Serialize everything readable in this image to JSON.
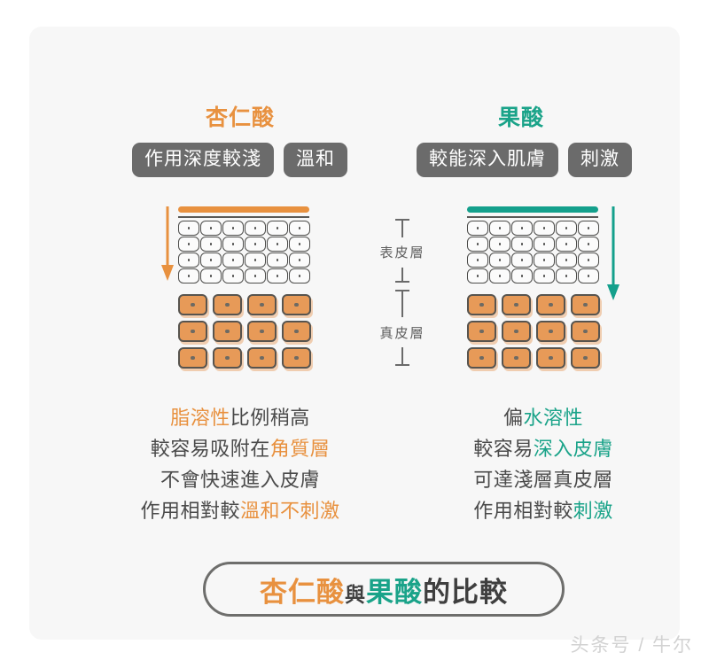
{
  "card": {
    "background_color": "#f7f7f7"
  },
  "colors": {
    "orange": "#e8913f",
    "teal": "#1aa389",
    "tag_background": "#6b6b6b",
    "text": "#4a4a4a",
    "cell_orange": "#e79a58",
    "page_background": "#ffffff"
  },
  "columns": {
    "left": {
      "title": "杏仁酸",
      "accent": "#e8913f",
      "tags": [
        "作用深度較淺",
        "溫和"
      ],
      "arrow": "down-arrow-shallow",
      "surface_bar_color": "#e8913f",
      "description_lines": [
        [
          {
            "text": "脂溶性",
            "highlight": "orange"
          },
          {
            "text": "比例稍高",
            "highlight": "none"
          }
        ],
        [
          {
            "text": "較容易吸附在",
            "highlight": "none"
          },
          {
            "text": "角質層",
            "highlight": "orange"
          }
        ],
        [
          {
            "text": "不會快速進入皮膚",
            "highlight": "none"
          }
        ],
        [
          {
            "text": "作用相對較",
            "highlight": "none"
          },
          {
            "text": "溫和不刺激",
            "highlight": "orange"
          }
        ]
      ]
    },
    "right": {
      "title": "果酸",
      "accent": "#1aa389",
      "tags": [
        "較能深入肌膚",
        "刺激"
      ],
      "arrow": "down-arrow-deep",
      "surface_bar_color": "#14a08c",
      "description_lines": [
        [
          {
            "text": "偏",
            "highlight": "none"
          },
          {
            "text": "水溶性",
            "highlight": "teal"
          }
        ],
        [
          {
            "text": "較容易",
            "highlight": "none"
          },
          {
            "text": "深入皮膚",
            "highlight": "teal"
          }
        ],
        [
          {
            "text": "可達淺層真皮層",
            "highlight": "none"
          }
        ],
        [
          {
            "text": "作用相對較",
            "highlight": "none"
          },
          {
            "text": "刺激",
            "highlight": "teal"
          }
        ]
      ]
    }
  },
  "diagram": {
    "epidermis_rows": 4,
    "epidermis_cols": 6,
    "dermis_rows": 3,
    "dermis_cols": 4,
    "scale_labels": {
      "epidermis": "表皮層",
      "dermis": "真皮層"
    }
  },
  "banner": {
    "parts": [
      {
        "text": "杏仁酸",
        "highlight": "orange",
        "size": "large"
      },
      {
        "text": "與",
        "highlight": "none",
        "size": "small"
      },
      {
        "text": "果酸",
        "highlight": "teal",
        "size": "large"
      },
      {
        "text": "的比較",
        "highlight": "none",
        "size": "large"
      }
    ]
  },
  "watermark": {
    "text": "头条号 / 牛尔"
  }
}
